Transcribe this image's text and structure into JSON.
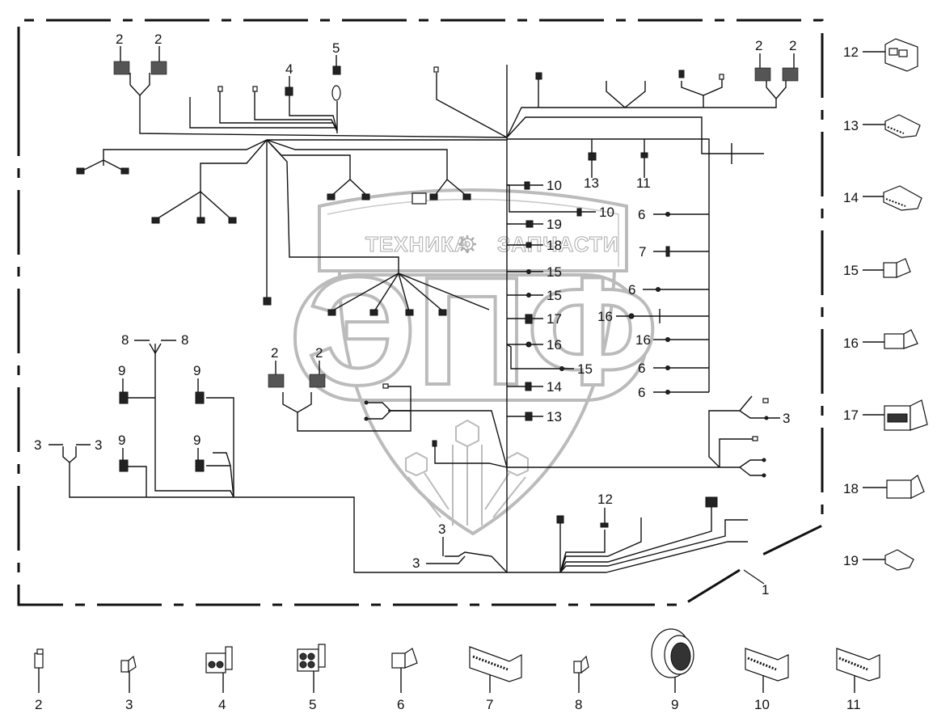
{
  "diagram": {
    "type": "wiring-harness-parts-diagram",
    "watermark": {
      "left_text": "ТЕХНИКА",
      "right_text": "ЗАПЧАСТИ",
      "logo_letters": "ЭПФ",
      "gear_icon": "gear-icon"
    },
    "harness_label": "1",
    "callouts": {
      "top_left_2a": "2",
      "top_left_2b": "2",
      "top_4": "4",
      "top_5": "5",
      "top_right_2a": "2",
      "top_right_2b": "2",
      "mid_13": "13",
      "mid_11": "11",
      "c10a": "10",
      "c10b": "10",
      "c19": "19",
      "c18": "18",
      "c15a": "15",
      "c15b": "15",
      "c17": "17",
      "c16a": "16",
      "c15c": "15",
      "c14": "14",
      "c13": "13",
      "r6a": "6",
      "r7": "7",
      "r6b": "6",
      "r16a": "16",
      "r16b": "16",
      "r6c": "6",
      "r6d": "6",
      "l8a": "8",
      "l8b": "8",
      "l9a": "9",
      "l9b": "9",
      "l9c": "9",
      "l9d": "9",
      "l3a": "3",
      "l3b": "3",
      "mid2a": "2",
      "mid2b": "2",
      "b3a": "3",
      "b3b": "3",
      "b12": "12",
      "rr3": "3"
    },
    "legend_right": [
      {
        "number": "12",
        "icon": "connector-12-icon"
      },
      {
        "number": "13",
        "icon": "connector-13-icon"
      },
      {
        "number": "14",
        "icon": "connector-14-icon"
      },
      {
        "number": "15",
        "icon": "connector-15-icon"
      },
      {
        "number": "16",
        "icon": "connector-16-icon"
      },
      {
        "number": "17",
        "icon": "connector-17-icon"
      },
      {
        "number": "18",
        "icon": "connector-18-icon"
      },
      {
        "number": "19",
        "icon": "connector-19-icon"
      }
    ],
    "legend_bottom": [
      {
        "number": "2",
        "icon": "connector-2-icon"
      },
      {
        "number": "3",
        "icon": "terminal-3-icon"
      },
      {
        "number": "4",
        "icon": "connector-4-icon"
      },
      {
        "number": "5",
        "icon": "connector-5-icon"
      },
      {
        "number": "6",
        "icon": "connector-6-icon"
      },
      {
        "number": "7",
        "icon": "connector-7-icon"
      },
      {
        "number": "8",
        "icon": "terminal-8-icon"
      },
      {
        "number": "9",
        "icon": "round-connector-9-icon"
      },
      {
        "number": "10",
        "icon": "connector-10-icon"
      },
      {
        "number": "11",
        "icon": "connector-11-icon"
      }
    ]
  }
}
